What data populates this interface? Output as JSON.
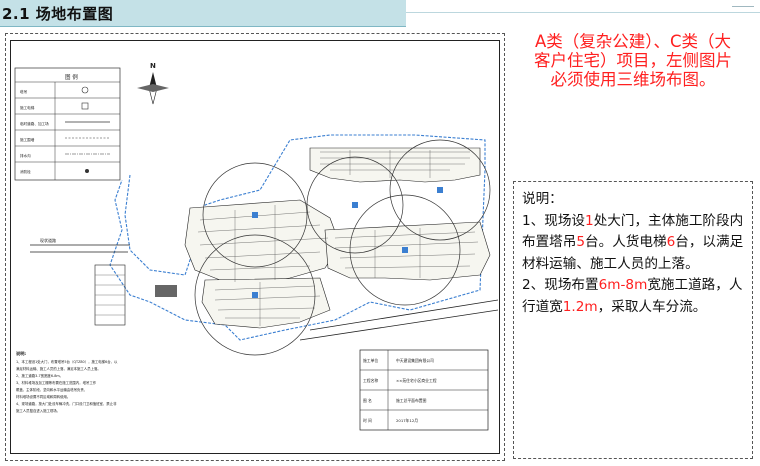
{
  "header": {
    "title": "2.1 场地布置图"
  },
  "note": {
    "text": "A类（复杂公建）、C类（大客户住宅）项目，左侧图片必须使用三维场布图。"
  },
  "description": {
    "heading": "说明：",
    "item1": {
      "t1": "1、现场设",
      "gates": "1",
      "t2": "处大门，主体施工阶段内布置塔吊",
      "cranes": "5",
      "t3": "台。人货电梯",
      "hoists": "6",
      "t4": "台，以满足材料运输、施工人员的上落。"
    },
    "item2": {
      "t1": "2、现场布置",
      "road_width": "6m-8m",
      "t2": "宽施工道路，人行道宽",
      "walk_width": "1.2m",
      "t3": "，采取人车分流。"
    }
  },
  "plan": {
    "legend_title": "图    例",
    "legend_rows": [
      "塔吊",
      "施工电梯",
      "临时道路、加工场",
      "施工围墙",
      "排水沟",
      "消防栓"
    ],
    "north_label": "N",
    "road_label": "现状道路",
    "notes_heading": "说明:",
    "notes_lines": [
      "1、本工程设1处大门，布置塔吊5台（QTZ80），施工电梯6台，以",
      "  满足材料运输、施工人员的上落，满足本施工人员上落。",
      "2、施工道路3-7宽宽度6-8m。",
      "3、材料堆场及加工棚等布置在施工范围内，塔吊工作",
      "  覆盖，主体阶段，坚向和水平运输由塔吊负责、",
      "  材料堆场设置不同区域和周转使用。",
      "4、现场道路，按大门处设车辆冲洗，门口设门卫和值班室，禁止非",
      "  施工人员擅自进入施工现场。"
    ],
    "title_block": [
      {
        "k": "施工单位",
        "v": "中天建设集团有限公司"
      },
      {
        "k": "工程名称",
        "v": "××苑住宅小区商业工程"
      },
      {
        "k": "图    名",
        "v": "施工总平面布置图"
      },
      {
        "k": "时    间",
        "v": "2017年12月"
      }
    ]
  }
}
